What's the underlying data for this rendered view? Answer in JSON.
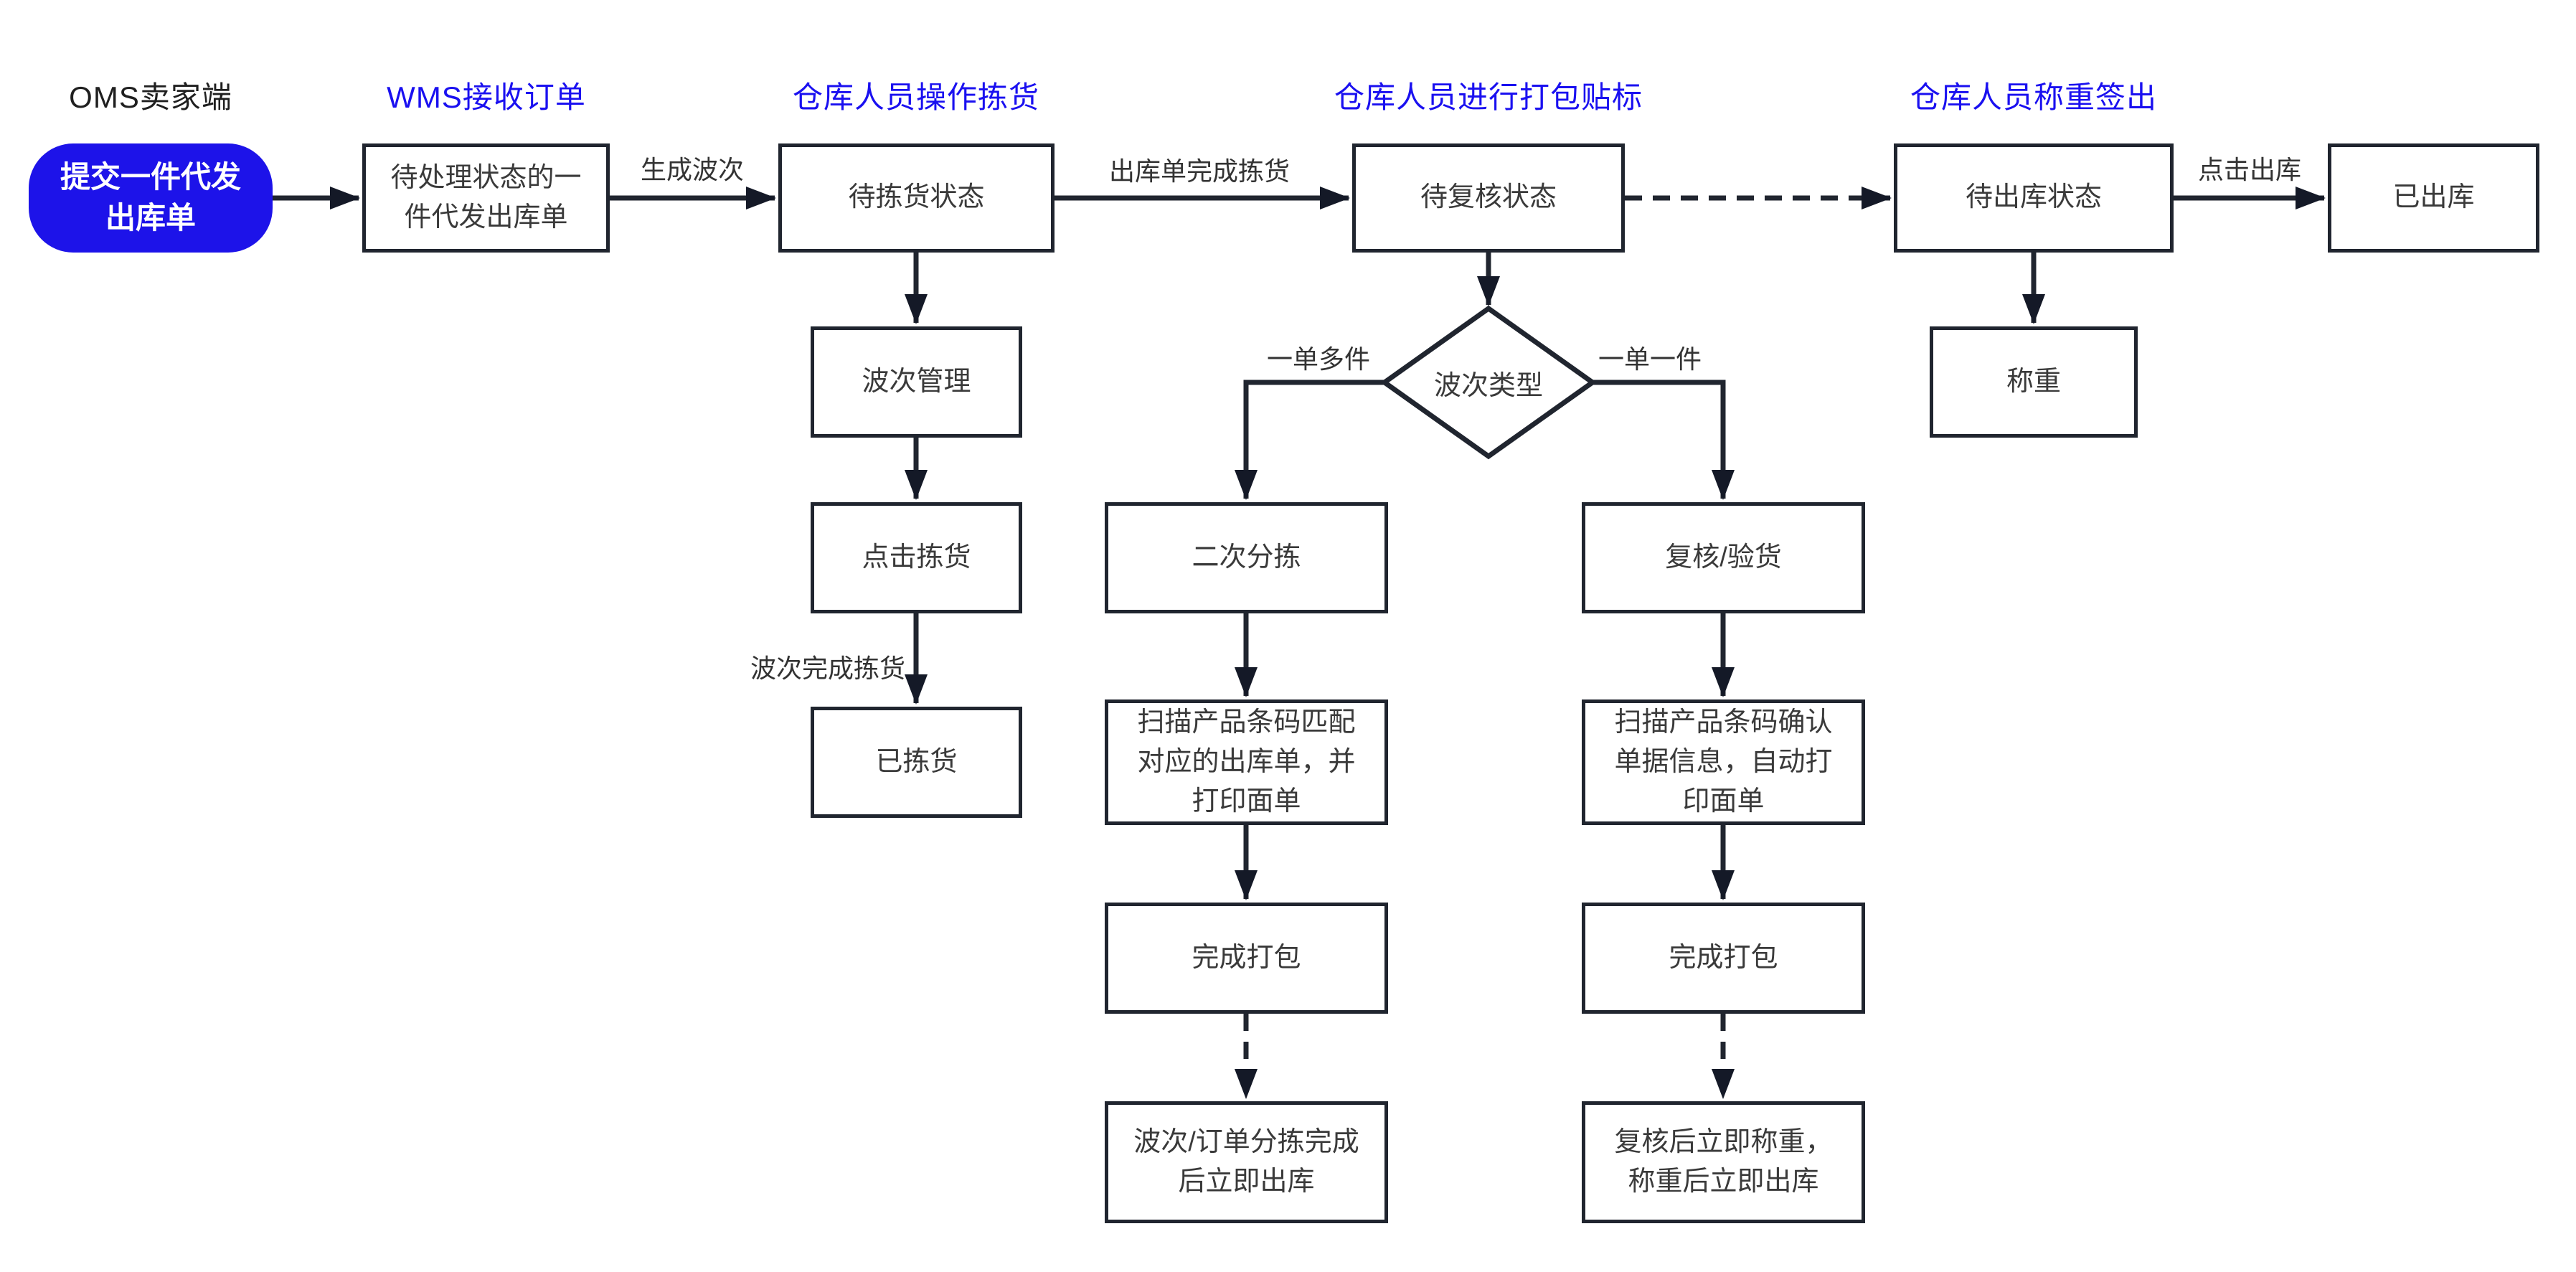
{
  "colors": {
    "header_blue": "#1a10f0",
    "start_node_blue": "#1d13e9",
    "node_border": "#20252f",
    "arrow": "#141927",
    "node_text": "#3a3a3a",
    "background": "#ffffff"
  },
  "lanes": [
    {
      "header": "OMS卖家端",
      "accent": false
    },
    {
      "header": "WMS接收订单",
      "accent": true
    },
    {
      "header": "仓库人员操作拣货",
      "accent": true
    },
    {
      "header": "仓库人员进行打包贴标",
      "accent": true
    },
    {
      "header": "仓库人员称重签出",
      "accent": true
    }
  ],
  "nodes": {
    "submit": {
      "label": "提交一件代发出库单",
      "type": "start"
    },
    "pending": {
      "label": "待处理状态的一件代发出库单",
      "type": "process"
    },
    "to_pick": {
      "label": "待拣货状态",
      "type": "process"
    },
    "wave_mgmt": {
      "label": "波次管理",
      "type": "process"
    },
    "click_pick": {
      "label": "点击拣货",
      "type": "process"
    },
    "picked": {
      "label": "已拣货",
      "type": "process"
    },
    "to_review": {
      "label": "待复核状态",
      "type": "process"
    },
    "wave_type": {
      "label": "波次类型",
      "type": "decision"
    },
    "secondary_sort": {
      "label": "二次分拣",
      "type": "process"
    },
    "scan_match": {
      "label": "扫描产品条码匹配对应的出库单，并打印面单",
      "type": "process"
    },
    "pack_left": {
      "label": "完成打包",
      "type": "process"
    },
    "ship_left": {
      "label": "波次/订单分拣完成后立即出库",
      "type": "process"
    },
    "verify": {
      "label": "复核/验货",
      "type": "process"
    },
    "scan_confirm": {
      "label": "扫描产品条码确认单据信息，自动打印面单",
      "type": "process"
    },
    "pack_right": {
      "label": "完成打包",
      "type": "process"
    },
    "ship_right": {
      "label": "复核后立即称重，称重后立即出库",
      "type": "process"
    },
    "to_ship": {
      "label": "待出库状态",
      "type": "process"
    },
    "weigh": {
      "label": "称重",
      "type": "process"
    },
    "shipped": {
      "label": "已出库",
      "type": "process"
    }
  },
  "edge_labels": {
    "generate_wave": "生成波次",
    "picking_done": "出库单完成拣货",
    "wave_picking_done": "波次完成拣货",
    "multi_item_per_order": "一单多件",
    "single_item_per_order": "一单一件",
    "click_ship": "点击出库"
  }
}
